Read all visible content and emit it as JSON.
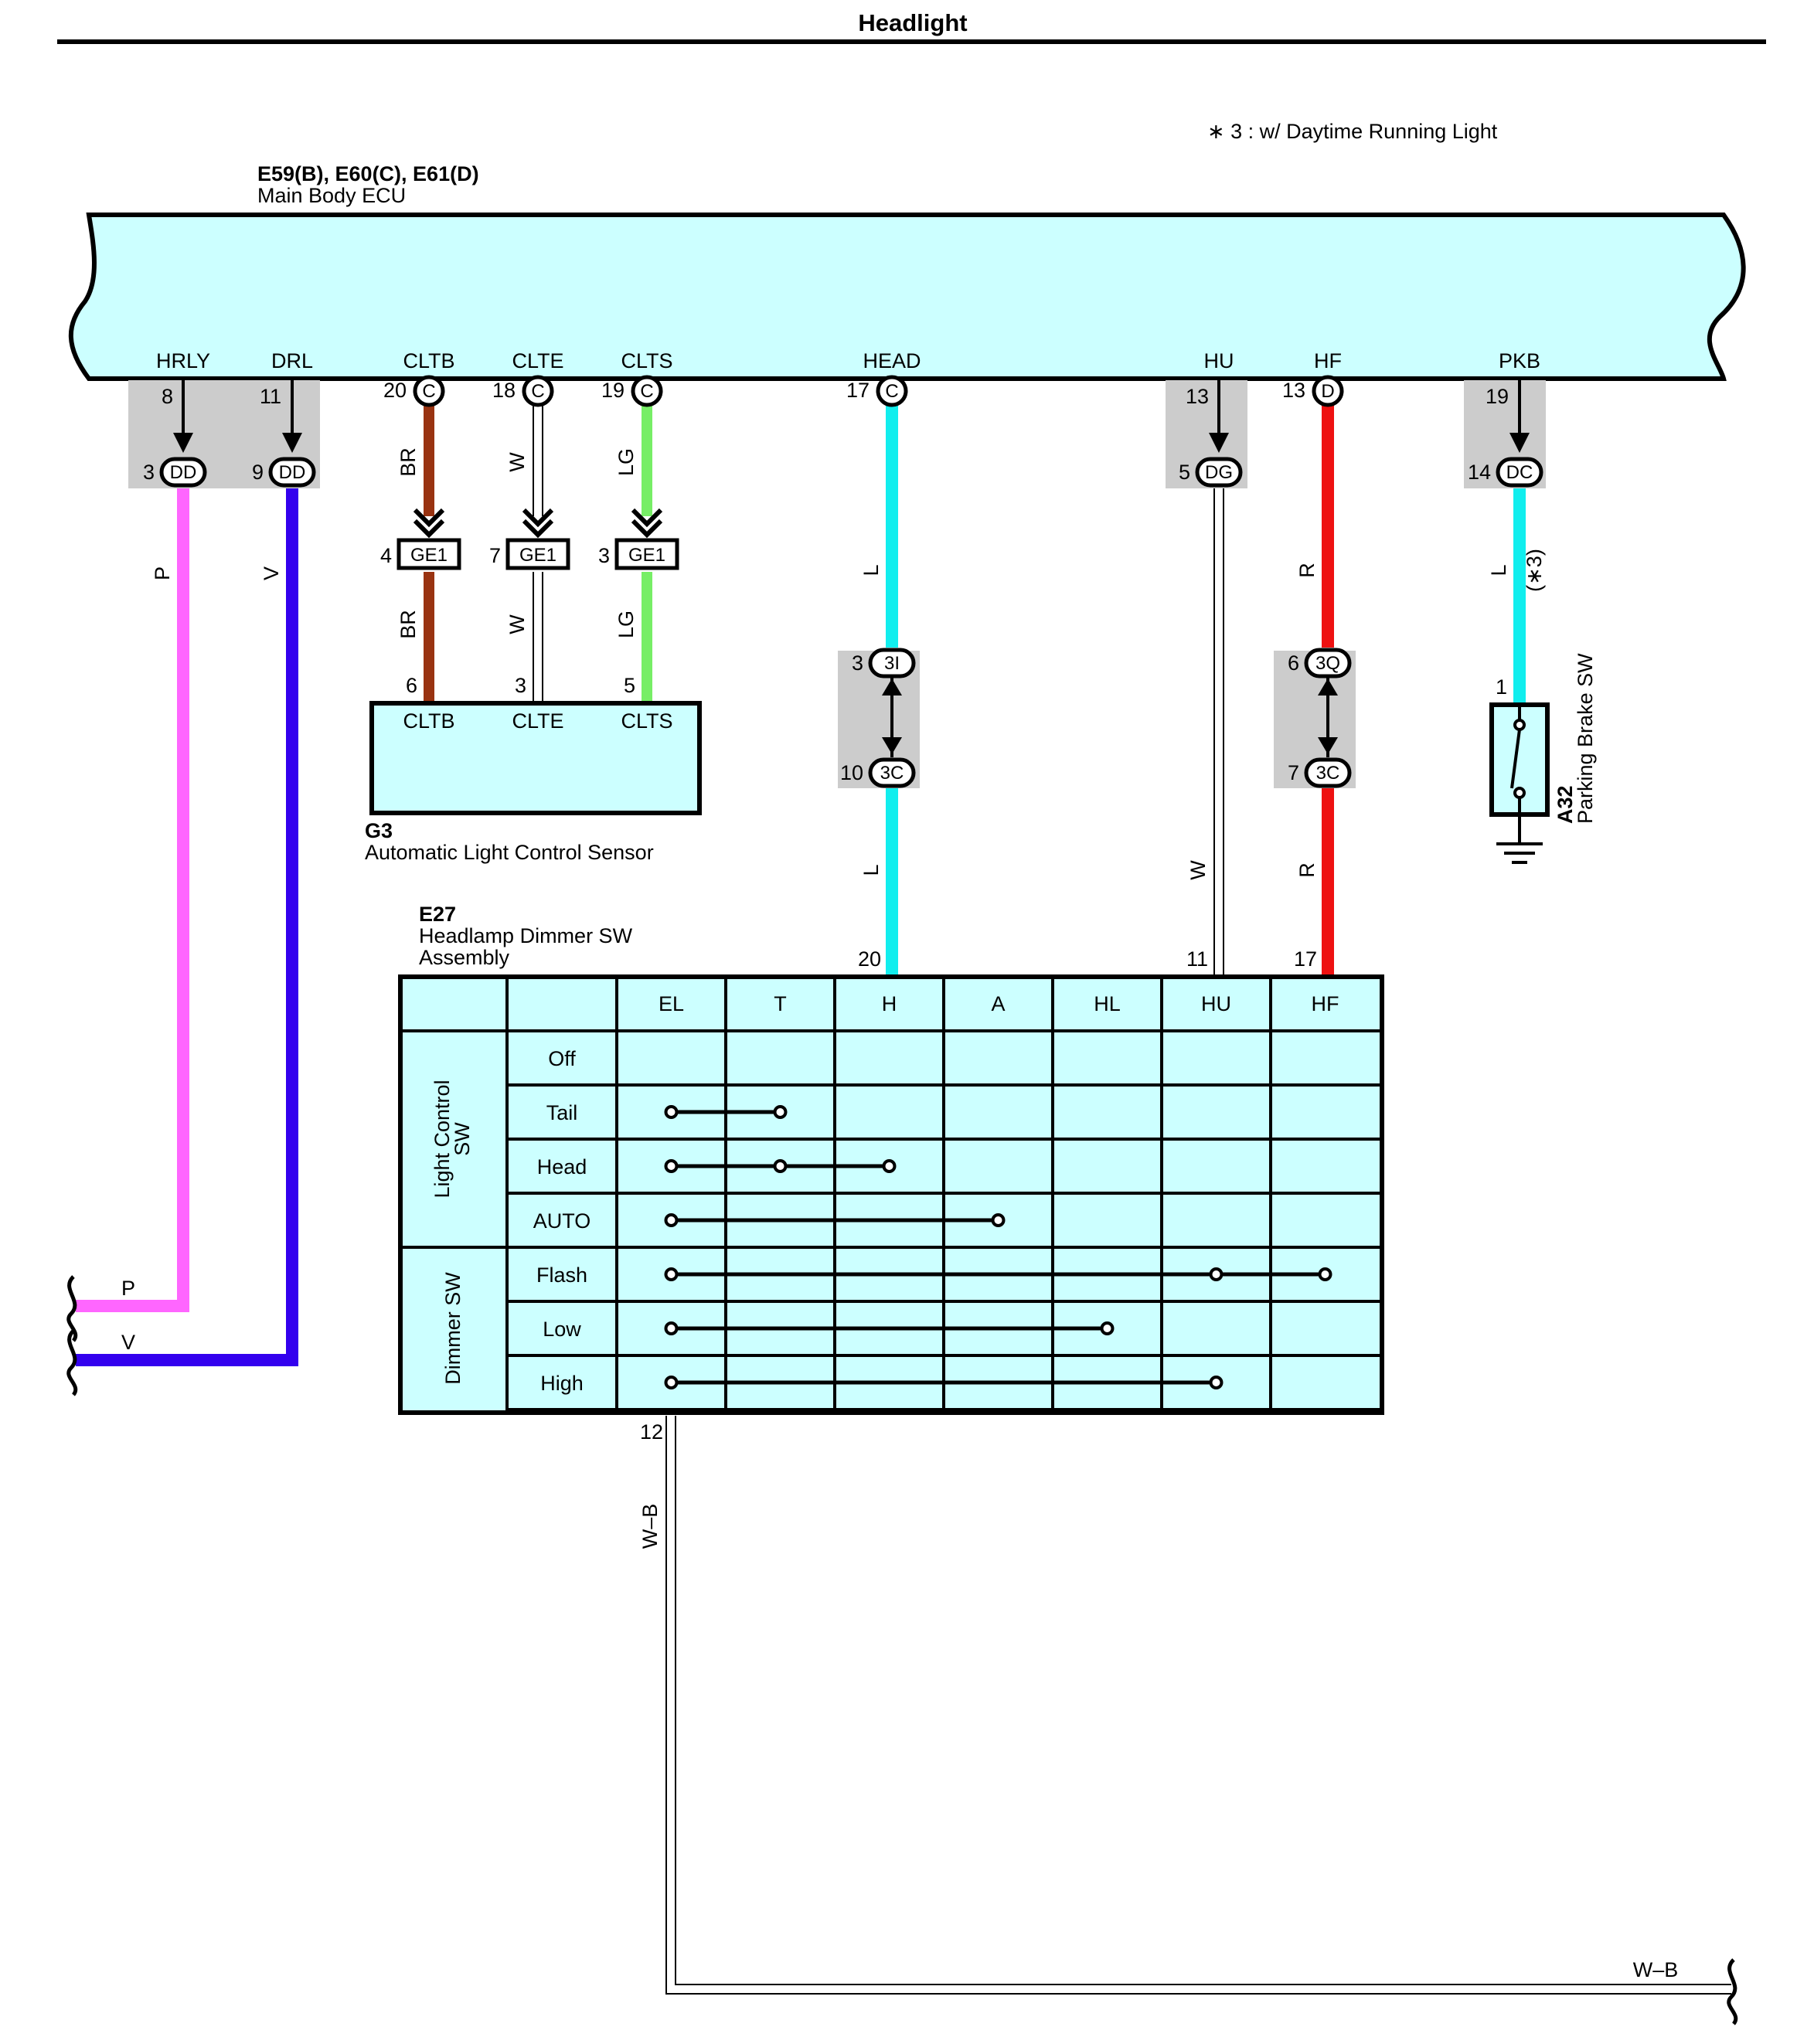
{
  "title": "Headlight",
  "note": "∗ 3 : w/ Daytime Running Light",
  "ecu": {
    "code": "E59(B), E60(C), E61(D)",
    "name": "Main Body ECU"
  },
  "ecu_pins": [
    "HRLY",
    "DRL",
    "CLTB",
    "CLTE",
    "CLTS",
    "HEAD",
    "HU",
    "HF",
    "PKB"
  ],
  "pin_numbers": {
    "hrly": "8",
    "drl": "11",
    "cltb": "20",
    "clte": "18",
    "clts": "19",
    "head": "17",
    "hu": "13",
    "hf": "13",
    "pkb": "19"
  },
  "ecu_connectors": {
    "cltb": "C",
    "clte": "C",
    "clts": "C",
    "head": "C",
    "hf": "D"
  },
  "junctions": [
    {
      "num": "3",
      "code": "DD"
    },
    {
      "num": "9",
      "code": "DD"
    },
    {
      "num": "5",
      "code": "DG"
    },
    {
      "num": "14",
      "code": "DC"
    }
  ],
  "ge1": [
    {
      "num": "4",
      "code": "GE1"
    },
    {
      "num": "7",
      "code": "GE1"
    },
    {
      "num": "3",
      "code": "GE1"
    }
  ],
  "splices": [
    {
      "num": "3",
      "code": "3I"
    },
    {
      "num": "10",
      "code": "3C"
    },
    {
      "num": "6",
      "code": "3Q"
    },
    {
      "num": "7",
      "code": "3C"
    }
  ],
  "wire_colors": {
    "p": "P",
    "v": "V",
    "br": "BR",
    "w": "W",
    "lg": "LG",
    "l": "L",
    "r": "R",
    "wb": "W–B"
  },
  "wire_hex": {
    "P": "#ff66ff",
    "V": "#3300ee",
    "BR": "#993311",
    "LG": "#77ee66",
    "L": "#11eeee",
    "R": "#ee1111",
    "W": "#ffffff"
  },
  "note_ref": "(∗3)",
  "sensor": {
    "code": "G3",
    "name": "Automatic Light Control Sensor",
    "pins": [
      "CLTB",
      "CLTE",
      "CLTS"
    ],
    "pin_numbers": [
      "6",
      "3",
      "5"
    ]
  },
  "parking_brake": {
    "code": "A32",
    "name": "Parking Brake SW",
    "pin": "1"
  },
  "dimmer": {
    "code": "E27",
    "name_line1": "Headlamp Dimmer SW",
    "name_line2": "Assembly",
    "pin_head": "20",
    "pin_hu": "11",
    "pin_hf": "17",
    "pin_ground": "12",
    "columns": [
      "EL",
      "T",
      "H",
      "A",
      "HL",
      "HU",
      "HF"
    ],
    "groups": [
      {
        "label_line1": "Light Control",
        "label_line2": "SW",
        "rows": [
          "Off",
          "Tail",
          "Head",
          "AUTO"
        ]
      },
      {
        "label_line1": "Dimmer SW",
        "rows": [
          "Flash",
          "Low",
          "High"
        ]
      }
    ],
    "connections": [
      {
        "row": "Off",
        "cols": []
      },
      {
        "row": "Tail",
        "cols": [
          "EL",
          "T"
        ]
      },
      {
        "row": "Head",
        "cols": [
          "EL",
          "T",
          "H"
        ]
      },
      {
        "row": "AUTO",
        "cols": [
          "EL",
          "A"
        ]
      },
      {
        "row": "Flash",
        "cols": [
          "EL",
          "HU",
          "HF"
        ]
      },
      {
        "row": "Low",
        "cols": [
          "EL",
          "HL"
        ]
      },
      {
        "row": "High",
        "cols": [
          "EL",
          "HU"
        ]
      }
    ]
  }
}
